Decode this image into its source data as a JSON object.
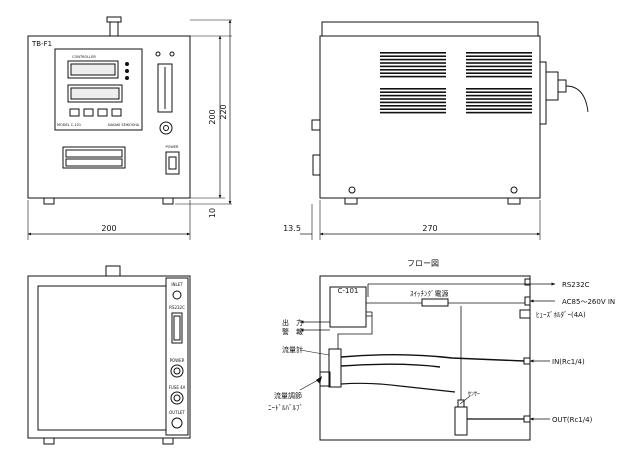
{
  "front_view": {
    "model": "TB-F1",
    "controller_label": "CONTROLLER",
    "model_code": "MODEL C-101",
    "maker_name": "SAKAKI SEIKOSHA",
    "power_label": "POWER",
    "dim_width": "200",
    "dim_body_height": "200",
    "dim_total_height": "220",
    "dim_foot": "10"
  },
  "side_view": {
    "dim_depth": "270",
    "dim_offset": "13.5"
  },
  "rear_view": {
    "inlet": "INLET",
    "rs232c": "RS232C",
    "power": "POWER",
    "fuse": "FUSE 4A",
    "outlet": "OUTLET"
  },
  "flow": {
    "title": "フロー図",
    "controller": "C-101",
    "switching_psu": "ｽｲｯﾁﾝｸﾞ電源",
    "output_line1": "出　力",
    "output_line2": "警　報",
    "flowmeter": "流量計",
    "adjust_line1": "流量調節",
    "adjust_line2": "ﾆｰﾄﾞﾙﾊﾞﾙﾌﾞ",
    "sensor": "ｾﾝｻｰ",
    "rs232c": "RS232C",
    "ac_in": "AC85～260V IN",
    "fuse_holder": "ﾋｭｰｽﾞﾎﾙﾀﾞｰ(4A)",
    "in_port": "IN(Rc1/4)",
    "out_port": "OUT(Rc1/4)"
  }
}
